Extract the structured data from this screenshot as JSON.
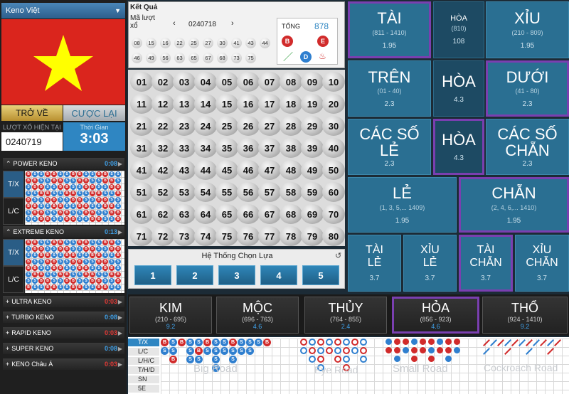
{
  "sidebar": {
    "game_title": "Keno Việt",
    "back_label": "TRỞ VỀ",
    "rebet_label": "CƯỢC LẠI",
    "current_draw_label": "LƯỢT XỔ HIỆN TẠI",
    "current_draw_value": "0240719",
    "time_label": "Thời Gian",
    "time_value": "3:03",
    "games": [
      {
        "name": "POWER KENO",
        "time": "0:08",
        "time_color": "#3fa0e8"
      },
      {
        "name": "EXTREME KENO",
        "time": "0:13",
        "time_color": "#3fa0e8"
      },
      {
        "name": "ULTRA KENO",
        "time": "0:03",
        "time_color": "#e53935"
      },
      {
        "name": "TURBO KENO",
        "time": "0:08",
        "time_color": "#3fa0e8"
      },
      {
        "name": "RAPID KENO",
        "time": "0:03",
        "time_color": "#e53935"
      },
      {
        "name": "SUPER KENO",
        "time": "0:08",
        "time_color": "#3fa0e8"
      },
      {
        "name": "KENO Châu Á",
        "time": "0:03",
        "time_color": "#e53935"
      }
    ],
    "tab_tx": "T/X",
    "tab_lc": "L/C"
  },
  "result": {
    "title": "Kết Quả",
    "draw_label": "Mã lượt xổ",
    "draw_value": "0240718",
    "total_label": "TỔNG",
    "total_value": "878",
    "numbers": [
      "08",
      "15",
      "16",
      "22",
      "25",
      "27",
      "30",
      "41",
      "43",
      "44",
      "46",
      "49",
      "56",
      "63",
      "65",
      "67",
      "68",
      "73",
      "75"
    ],
    "badges": [
      {
        "t": "B",
        "c": "#d12b2b"
      },
      {
        "t": "E",
        "c": "#d12b2b"
      },
      {
        "t": "D",
        "c": "#2f7fcf"
      }
    ]
  },
  "board": {
    "numbers": [
      "01",
      "02",
      "03",
      "04",
      "05",
      "06",
      "07",
      "08",
      "09",
      "10",
      "11",
      "12",
      "13",
      "14",
      "15",
      "16",
      "17",
      "18",
      "19",
      "20",
      "21",
      "22",
      "23",
      "24",
      "25",
      "26",
      "27",
      "28",
      "29",
      "30",
      "31",
      "32",
      "33",
      "34",
      "35",
      "36",
      "37",
      "38",
      "39",
      "40",
      "41",
      "42",
      "43",
      "44",
      "45",
      "46",
      "47",
      "48",
      "49",
      "50",
      "51",
      "52",
      "53",
      "54",
      "55",
      "56",
      "57",
      "58",
      "59",
      "60",
      "61",
      "62",
      "63",
      "64",
      "65",
      "66",
      "67",
      "68",
      "69",
      "70",
      "71",
      "72",
      "73",
      "74",
      "75",
      "76",
      "77",
      "78",
      "79",
      "80"
    ]
  },
  "system": {
    "title": "Hệ Thống Chọn Lựa",
    "buttons": [
      "1",
      "2",
      "3",
      "4",
      "5"
    ]
  },
  "bets": {
    "tai": {
      "title": "TÀI",
      "range": "(811 - 1410)",
      "odds": "1.95"
    },
    "hoa1": {
      "title": "HÒA",
      "range": "(810)",
      "odds": "108"
    },
    "xiu": {
      "title": "XỈU",
      "range": "(210 - 809)",
      "odds": "1.95"
    },
    "tren": {
      "title": "TRÊN",
      "range": "(01 - 40)",
      "odds": "2.3"
    },
    "hoa2": {
      "title": "HÒA",
      "odds": "4.3"
    },
    "duoi": {
      "title": "DƯỚI",
      "range": "(41 - 80)",
      "odds": "2.3"
    },
    "cacsole": {
      "title": "CÁC SỐ LẺ",
      "odds": "2.3"
    },
    "hoa3": {
      "title": "HÒA",
      "odds": "4.3"
    },
    "cacsochan": {
      "title": "CÁC SỐ CHẴN",
      "odds": "2.3"
    },
    "le": {
      "title": "LẺ",
      "range": "(1, 3, 5,... 1409)",
      "odds": "1.95"
    },
    "chan": {
      "title": "CHẴN",
      "range": "(2, 4, 6,... 1410)",
      "odds": "1.95"
    },
    "taile": {
      "title": "TÀI LẺ",
      "odds": "3.7"
    },
    "xiule": {
      "title": "XỈU LẺ",
      "odds": "3.7"
    },
    "taichan": {
      "title": "TÀI CHẴN",
      "odds": "3.7"
    },
    "xiuchan": {
      "title": "XỈU CHẴN",
      "odds": "3.7"
    }
  },
  "elements": [
    {
      "title": "KIM",
      "range": "(210 - 695)",
      "odds": "9.2"
    },
    {
      "title": "MỘC",
      "range": "(696 - 763)",
      "odds": "4.6"
    },
    {
      "title": "THỦY",
      "range": "(764 - 855)",
      "odds": "2.4"
    },
    {
      "title": "HỎA",
      "range": "(856 - 923)",
      "odds": "4.6"
    },
    {
      "title": "THỔ",
      "range": "(924 - 1410)",
      "odds": "9.2"
    }
  ],
  "roadmap": {
    "tabs": [
      "T/X",
      "L/C",
      "L/H/C",
      "T/H/D",
      "SN",
      "5E"
    ],
    "labels": [
      "Big Road",
      "Eye Road",
      "Small Road",
      "Cockroach Road"
    ]
  },
  "colors": {
    "flag_red": "#da251d",
    "flag_star": "#ffff00",
    "accent_blue": "#2a6f92",
    "selected_purple": "#7a3fb0"
  }
}
